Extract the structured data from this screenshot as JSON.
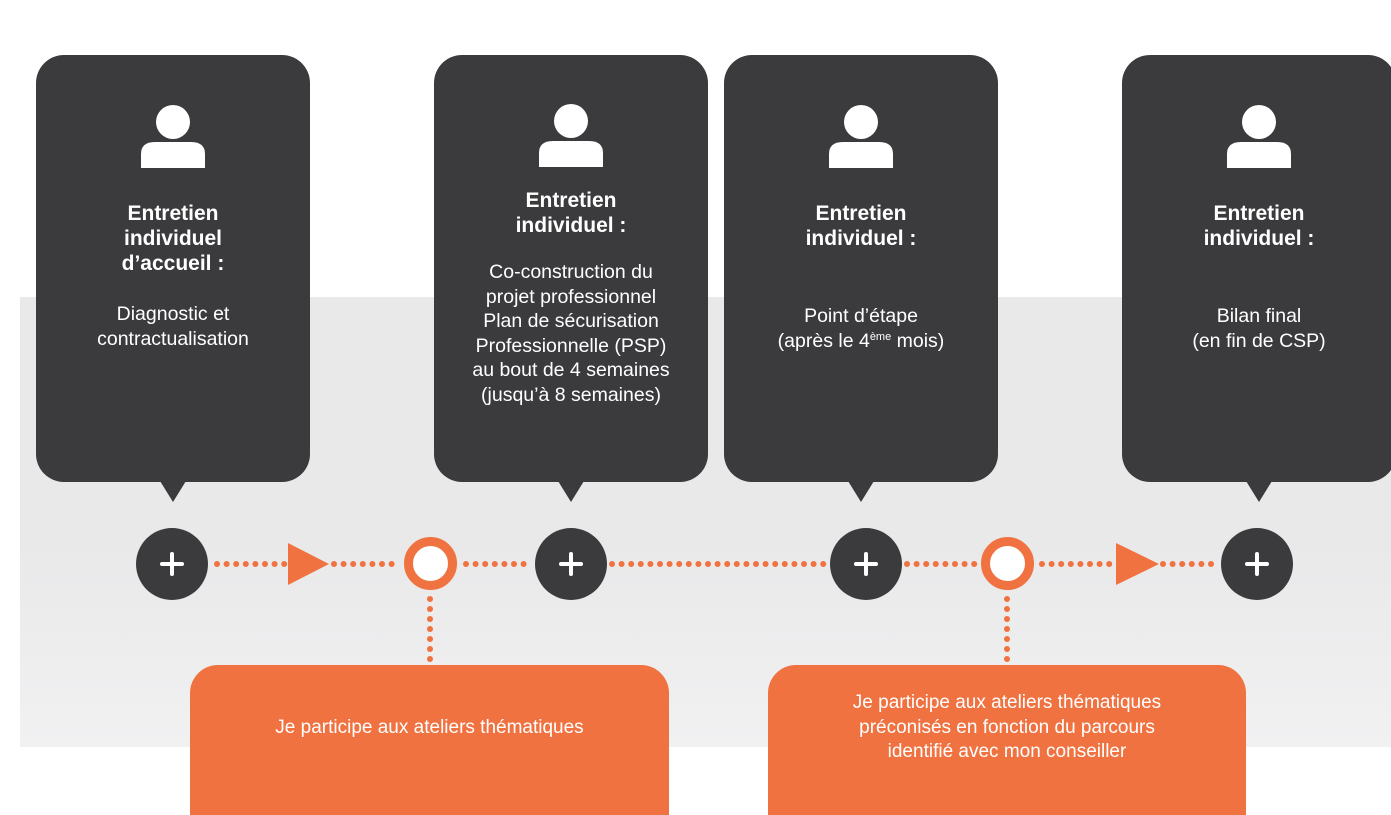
{
  "cards": [
    {
      "title": "Entretien\nindividuel\nd’accueil :",
      "description": "Diagnostic et\ncontractualisation"
    },
    {
      "title": "Entretien\nindividuel :",
      "description": "Co-construction du\nprojet professionnel\nPlan de sécurisation\nProfessionnelle (PSP)\nau bout de 4 semaines\n(jusqu’à 8 semaines)"
    },
    {
      "title": "Entretien\nindividuel :",
      "description_line1": "Point d’étape",
      "description_line2_before": "(après le 4",
      "description_superscript": "ème",
      "description_line2_after": " mois)"
    },
    {
      "title": "Entretien\nindividuel :",
      "description": "Bilan final\n(en fin de CSP)"
    }
  ],
  "workshops": [
    {
      "text": "Je participe aux ateliers thématiques"
    },
    {
      "text": "Je participe aux ateliers thématiques\npréconisés en fonction du parcours\nidentifié avec mon conseiller"
    }
  ],
  "colors": {
    "dark": "#3b3b3e",
    "accent": "#f07240",
    "band": "#e9e9ea"
  },
  "icons": {
    "card": "person-icon",
    "milestone": "plus-icon",
    "workshop_marker": "ring-icon",
    "direction": "triangle-arrow-icon"
  }
}
